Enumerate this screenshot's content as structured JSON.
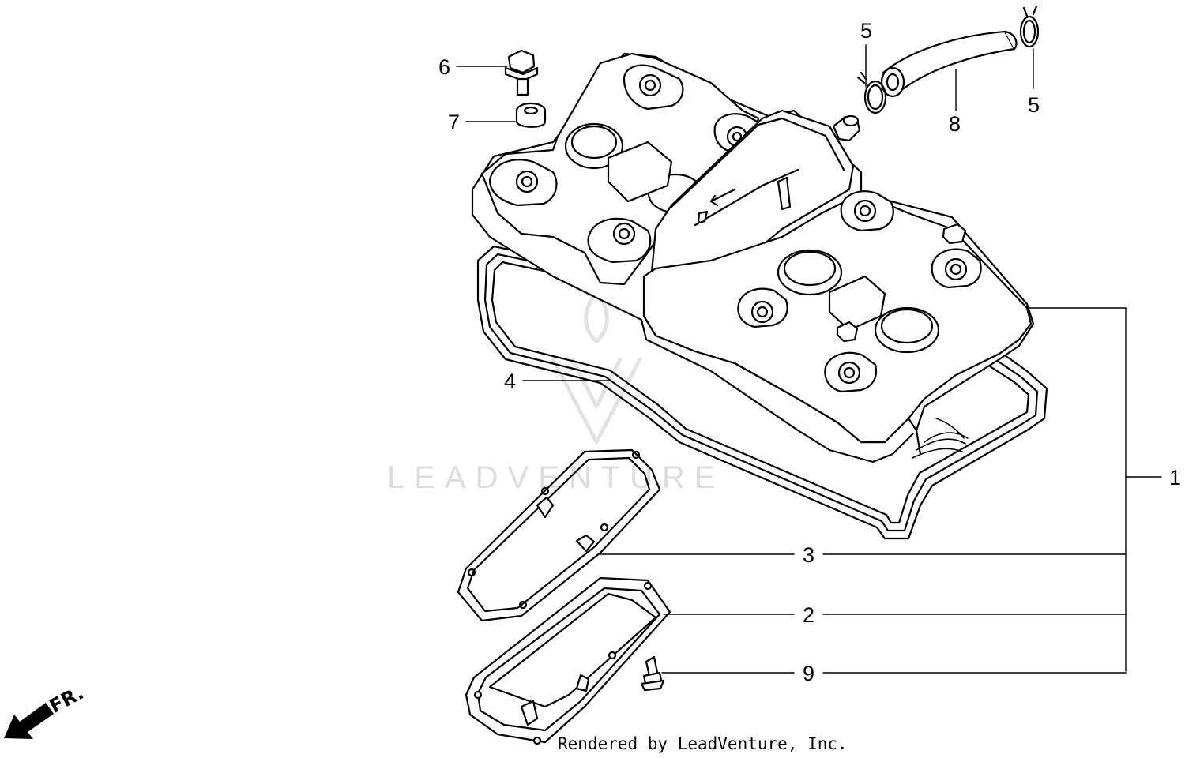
{
  "diagram": {
    "watermark": "LEADVENTURE",
    "footer": "Rendered by LeadVenture, Inc.",
    "direction_label": "FR.",
    "direction_icon": "arrow-down-left-icon",
    "callouts": {
      "c1": "1",
      "c2": "2",
      "c3": "3",
      "c4": "4",
      "c5a": "5",
      "c5b": "5",
      "c6": "6",
      "c7": "7",
      "c8": "8",
      "c9": "9"
    }
  }
}
